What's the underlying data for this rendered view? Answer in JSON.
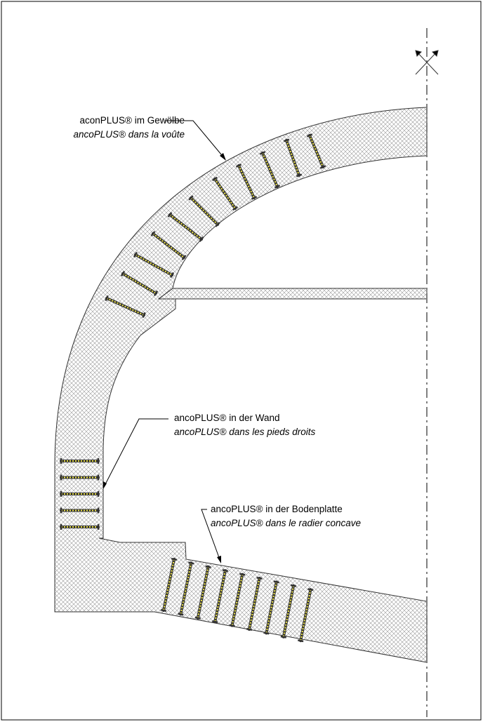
{
  "labels": {
    "vault": {
      "de": "aconPLUS® im Gewölbe",
      "fr": "ancoPLUS® dans la voûte"
    },
    "wall": {
      "de": "ancoPLUS® in der Wand",
      "fr": "ancoPLUS® dans les pieds droits"
    },
    "invert": {
      "de": "ancoPLUS® in der Bodenplatte",
      "fr": "ancoPLUS® dans le radier concave"
    }
  },
  "anchor_counts": {
    "vault": 11,
    "wall": 5,
    "invert": 9
  },
  "colors": {
    "anchor": "#f2e84a",
    "anchor_outline": "#333333",
    "hatch": "#999999",
    "centerline": "#808080"
  }
}
